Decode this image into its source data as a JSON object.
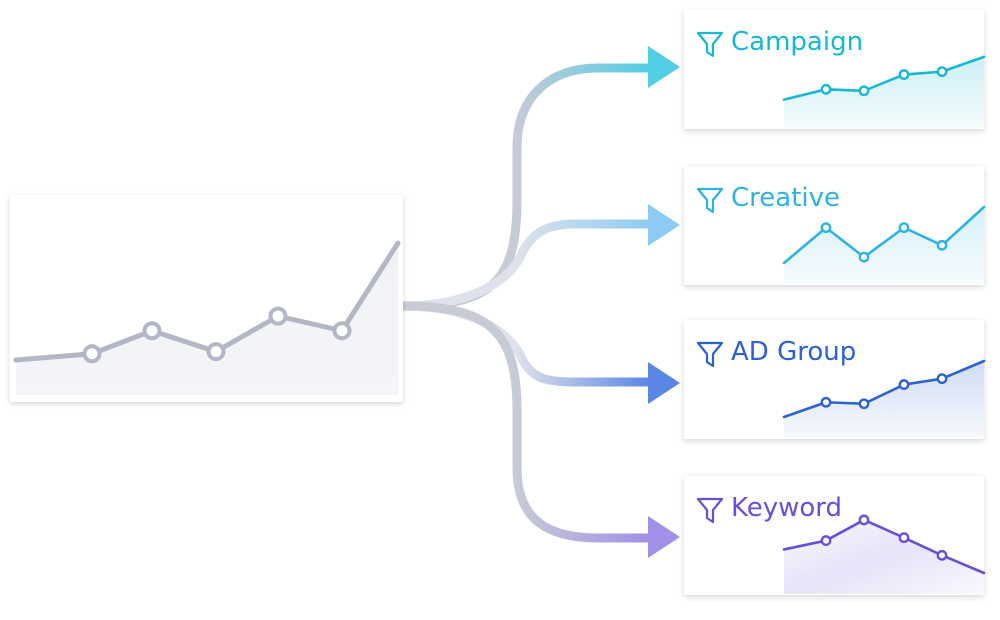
{
  "diagram": {
    "source": {
      "line_color": "#b3b6c4",
      "fill_color": "#eef0f4",
      "values": [
        0,
        3,
        14,
        4,
        21,
        14,
        56
      ]
    },
    "targets": [
      {
        "id": "campaign",
        "label": "Campaign",
        "icon": "funnel-icon",
        "color": "#17b8d4",
        "arrow_color": "#52cde6",
        "values": [
          5,
          12,
          11,
          22,
          24,
          34
        ]
      },
      {
        "id": "creative",
        "label": "Creative",
        "icon": "funnel-icon",
        "color": "#2cb3e2",
        "arrow_color": "#8dcbf5",
        "values": [
          0,
          24,
          4,
          24,
          12,
          38
        ]
      },
      {
        "id": "ad-group",
        "label": "AD Group",
        "icon": "funnel-icon",
        "color": "#2c62d0",
        "arrow_color": "#5a86e6",
        "values": [
          0,
          10,
          9,
          22,
          26,
          38
        ]
      },
      {
        "id": "keyword",
        "label": "Keyword",
        "icon": "funnel-icon",
        "color": "#6a4fd6",
        "arrow_color": "#a28fe8",
        "values": [
          16,
          22,
          36,
          24,
          12,
          0
        ]
      }
    ],
    "connector_color": "#c7cbd6"
  }
}
